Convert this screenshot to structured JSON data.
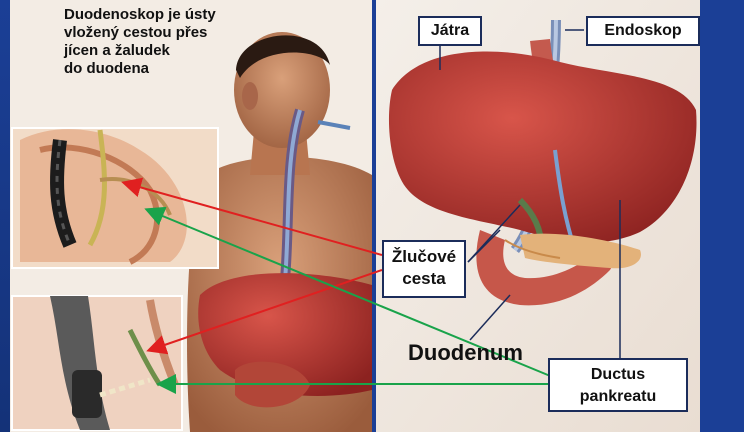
{
  "caption": "Duodenoskop je ústy\nvložený cestou přes\njícen a žaludek\ndo duodena",
  "labels": {
    "liver": "Játra",
    "endoscope": "Endoskop",
    "bile_ducts": "Žlučové\ncesta",
    "duodenum": "Duodenum",
    "pancreatic_duct": "Ductus\npankreatu"
  },
  "colors": {
    "background": "#1b3f96",
    "arrow_red": "#e02020",
    "arrow_green": "#19a34a",
    "liver": "#b8322a"
  }
}
